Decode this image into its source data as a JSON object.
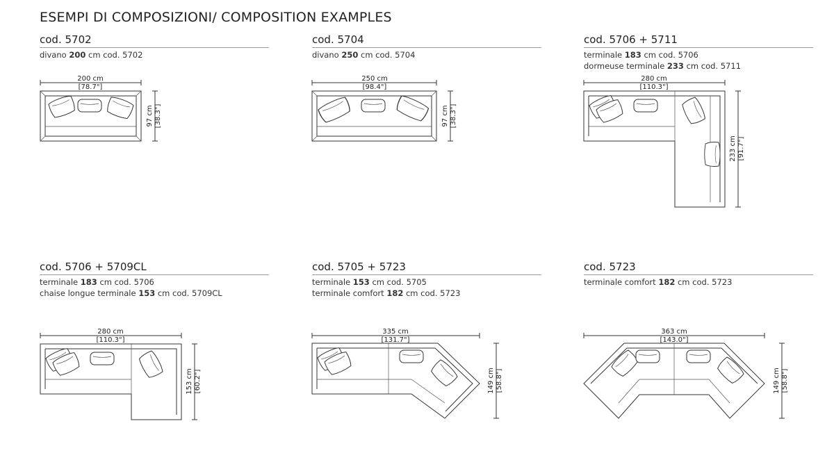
{
  "title": "ESEMPI DI COMPOSIZIONI/ COMPOSITION EXAMPLES",
  "compositions": [
    {
      "code": "cod. 5702",
      "lines": [
        {
          "pre": "divano ",
          "num": "200",
          "post": " cm cod. 5702"
        }
      ],
      "dims": {
        "width_cm": "200 cm",
        "width_in": "[78.7\"]",
        "depth_cm": "97 cm",
        "depth_in": "[38.3\"]"
      }
    },
    {
      "code": "cod. 5704",
      "lines": [
        {
          "pre": "divano ",
          "num": "250",
          "post": " cm cod. 5704"
        }
      ],
      "dims": {
        "width_cm": "250 cm",
        "width_in": "[98.4\"]",
        "depth_cm": "97 cm",
        "depth_in": "[38.3\"]"
      }
    },
    {
      "code": "cod. 5706 + 5711",
      "lines": [
        {
          "pre": "terminale ",
          "num": "183",
          "post": " cm cod. 5706"
        },
        {
          "pre": "dormeuse terminale ",
          "num": "233",
          "post": " cm cod. 5711"
        }
      ],
      "dims": {
        "width_cm": "280 cm",
        "width_in": "[110.3\"]",
        "depth_cm": "233 cm",
        "depth_in": "[91.7\"]"
      }
    },
    {
      "code": "cod. 5706 + 5709CL",
      "lines": [
        {
          "pre": "terminale ",
          "num": "183",
          "post": " cm cod. 5706"
        },
        {
          "pre": "chaise longue terminale ",
          "num": "153",
          "post": " cm cod. 5709CL"
        }
      ],
      "dims": {
        "width_cm": "280 cm",
        "width_in": "[110.3\"]",
        "depth_cm": "153 cm",
        "depth_in": "[60.2\"]"
      }
    },
    {
      "code": "cod. 5705 + 5723",
      "lines": [
        {
          "pre": "terminale ",
          "num": "153",
          "post": " cm cod. 5705"
        },
        {
          "pre": "terminale comfort ",
          "num": "182",
          "post": " cm cod. 5723"
        }
      ],
      "dims": {
        "width_cm": "335 cm",
        "width_in": "[131.7\"]",
        "depth_cm": "149 cm",
        "depth_in": "[58.8\"]"
      }
    },
    {
      "code": "cod. 5723",
      "lines": [
        {
          "pre": "terminale comfort ",
          "num": "182",
          "post": " cm cod. 5723"
        }
      ],
      "dims": {
        "width_cm": "363 cm",
        "width_in": "[143.0\"]",
        "depth_cm": "149 cm",
        "depth_in": "[58.8\"]"
      }
    }
  ]
}
